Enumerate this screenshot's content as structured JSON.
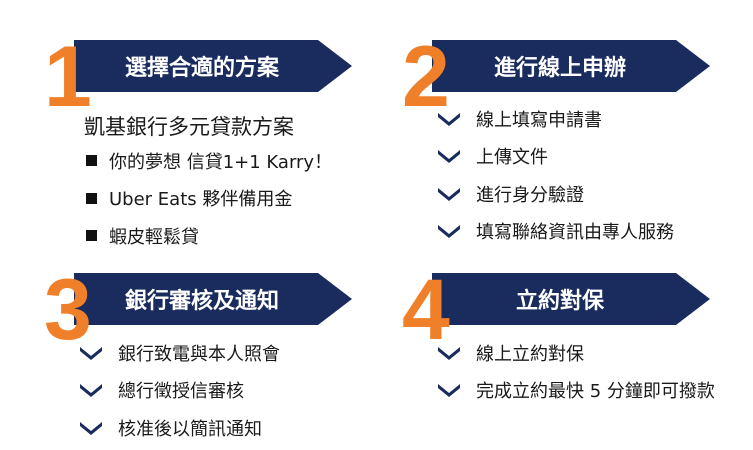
{
  "steps": [
    {
      "number": "1",
      "title": "選擇合適的方案",
      "subtitle": "凱基銀行多元貸款方案",
      "items": [
        "你的夢想 信貸1+1 Karry！",
        "Uber Eats 夥伴備用金",
        "蝦皮輕鬆貸"
      ],
      "bullet_icon": "square-bullet-icon"
    },
    {
      "number": "2",
      "title": "進行線上申辦",
      "items": [
        "線上填寫申請書",
        "上傳文件",
        "進行身分驗證",
        "填寫聯絡資訊由專人服務"
      ],
      "bullet_icon": "chevron-down-icon"
    },
    {
      "number": "3",
      "title": "銀行審核及通知",
      "items": [
        "銀行致電與本人照會",
        "總行徵授信審核",
        "核准後以簡訊通知"
      ],
      "bullet_icon": "chevron-down-icon"
    },
    {
      "number": "4",
      "title": "立約對保",
      "items": [
        "線上立約對保",
        "完成立約最快 5 分鐘即可撥款"
      ],
      "bullet_icon": "chevron-down-icon"
    }
  ],
  "colors": {
    "banner": "#1a2b5e",
    "number": "#f07f2a",
    "chevron": "#1a2b5e",
    "text": "#1a1a1a"
  }
}
